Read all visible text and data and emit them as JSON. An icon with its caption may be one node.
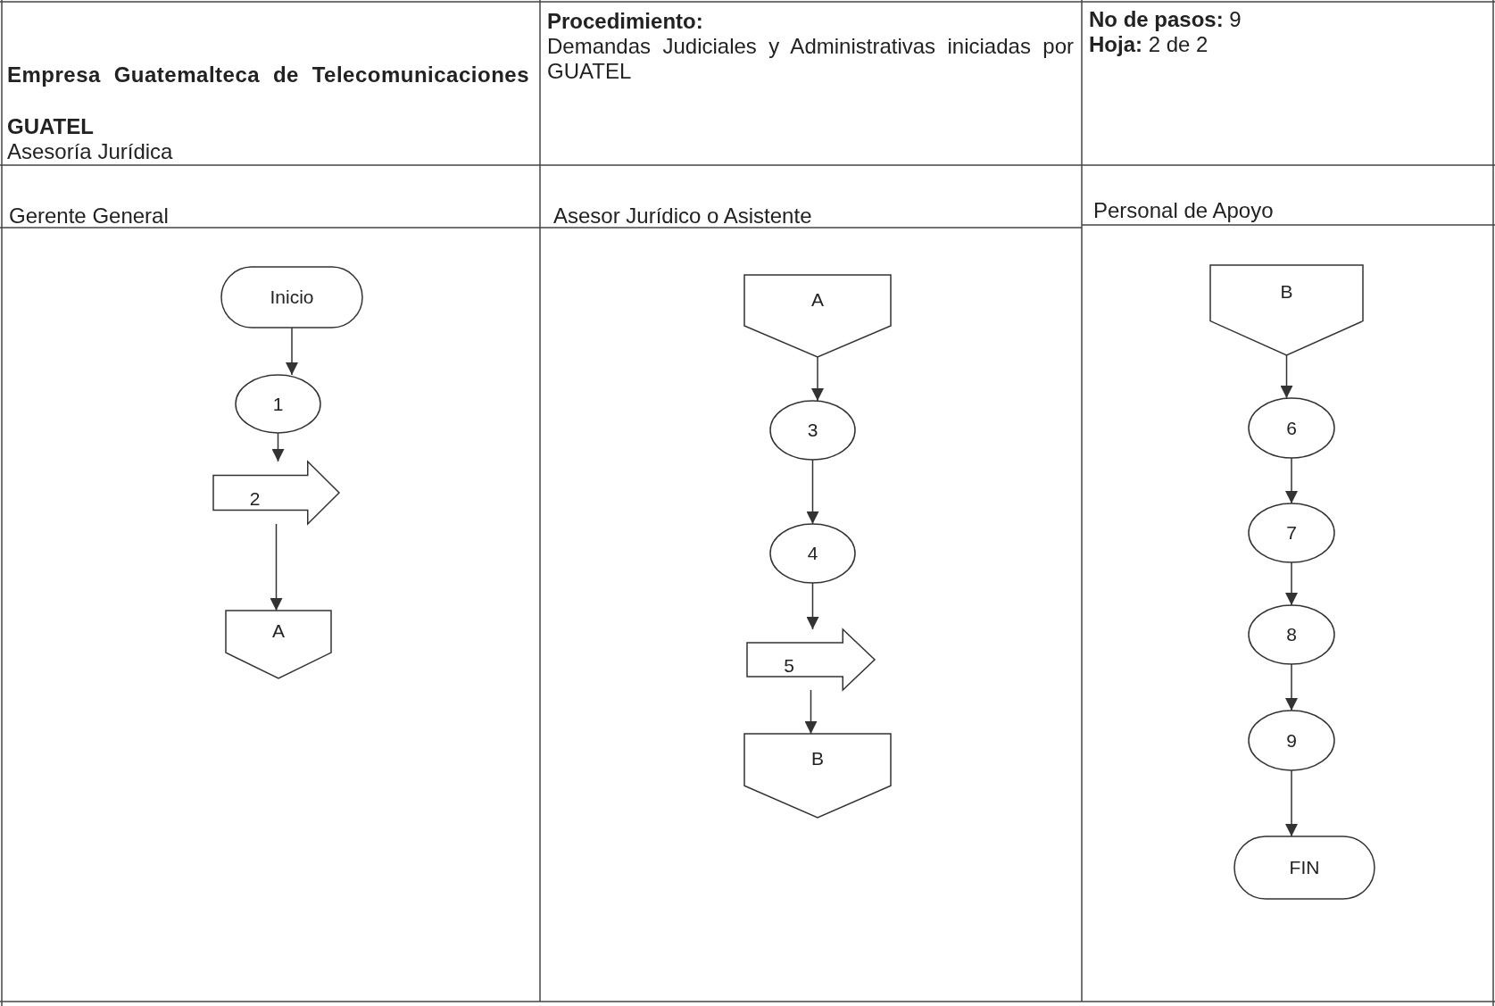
{
  "diagram": {
    "nodes": [
      {
        "text": [
          "Inicio"
        ]
      },
      {
        "text": [
          "1"
        ]
      },
      {
        "text": [
          "2"
        ]
      },
      {
        "text": [
          "A"
        ]
      },
      {
        "text": [
          "A"
        ]
      },
      {
        "text": [
          "3"
        ]
      },
      {
        "text": [
          "4"
        ]
      },
      {
        "text": [
          "5"
        ]
      },
      {
        "text": [
          "B"
        ]
      },
      {
        "text": [
          "B"
        ]
      },
      {
        "text": [
          "6"
        ]
      },
      {
        "text": [
          "7"
        ]
      },
      {
        "text": [
          "8"
        ]
      },
      {
        "text": [
          "9"
        ]
      },
      {
        "text": [
          "FIN"
        ]
      }
    ],
    "edges": [
      {
        "from": 0,
        "to": 1,
        "arrow": "to"
      },
      {
        "from": 1,
        "to": 2,
        "arrow": "to"
      },
      {
        "from": 2,
        "to": 3,
        "arrow": "to"
      },
      {
        "from": 4,
        "to": 5,
        "arrow": "to"
      },
      {
        "from": 5,
        "to": 6,
        "arrow": "to"
      },
      {
        "from": 6,
        "to": 7,
        "arrow": "to"
      },
      {
        "from": 7,
        "to": 8,
        "arrow": "to"
      },
      {
        "from": 9,
        "to": 10,
        "arrow": "to"
      },
      {
        "from": 10,
        "to": 11,
        "arrow": "to"
      },
      {
        "from": 11,
        "to": 12,
        "arrow": "to"
      },
      {
        "from": 12,
        "to": 13,
        "arrow": "to"
      },
      {
        "from": 13,
        "to": 14,
        "arrow": "to"
      }
    ],
    "labels": [
      "Empresa Guatemalteca de Telecomunicaciones",
      "GUATEL",
      "Asesoría Jurídica",
      "Procedimiento:",
      "Demandas Judiciales y Administrativas iniciadas por GUATEL",
      "**No de pasos:** 9",
      "**Hoja:** 2 de 2",
      "Gerente General",
      "Asesor Jurídico o Asistente",
      "Personal de Apoyo"
    ]
  }
}
